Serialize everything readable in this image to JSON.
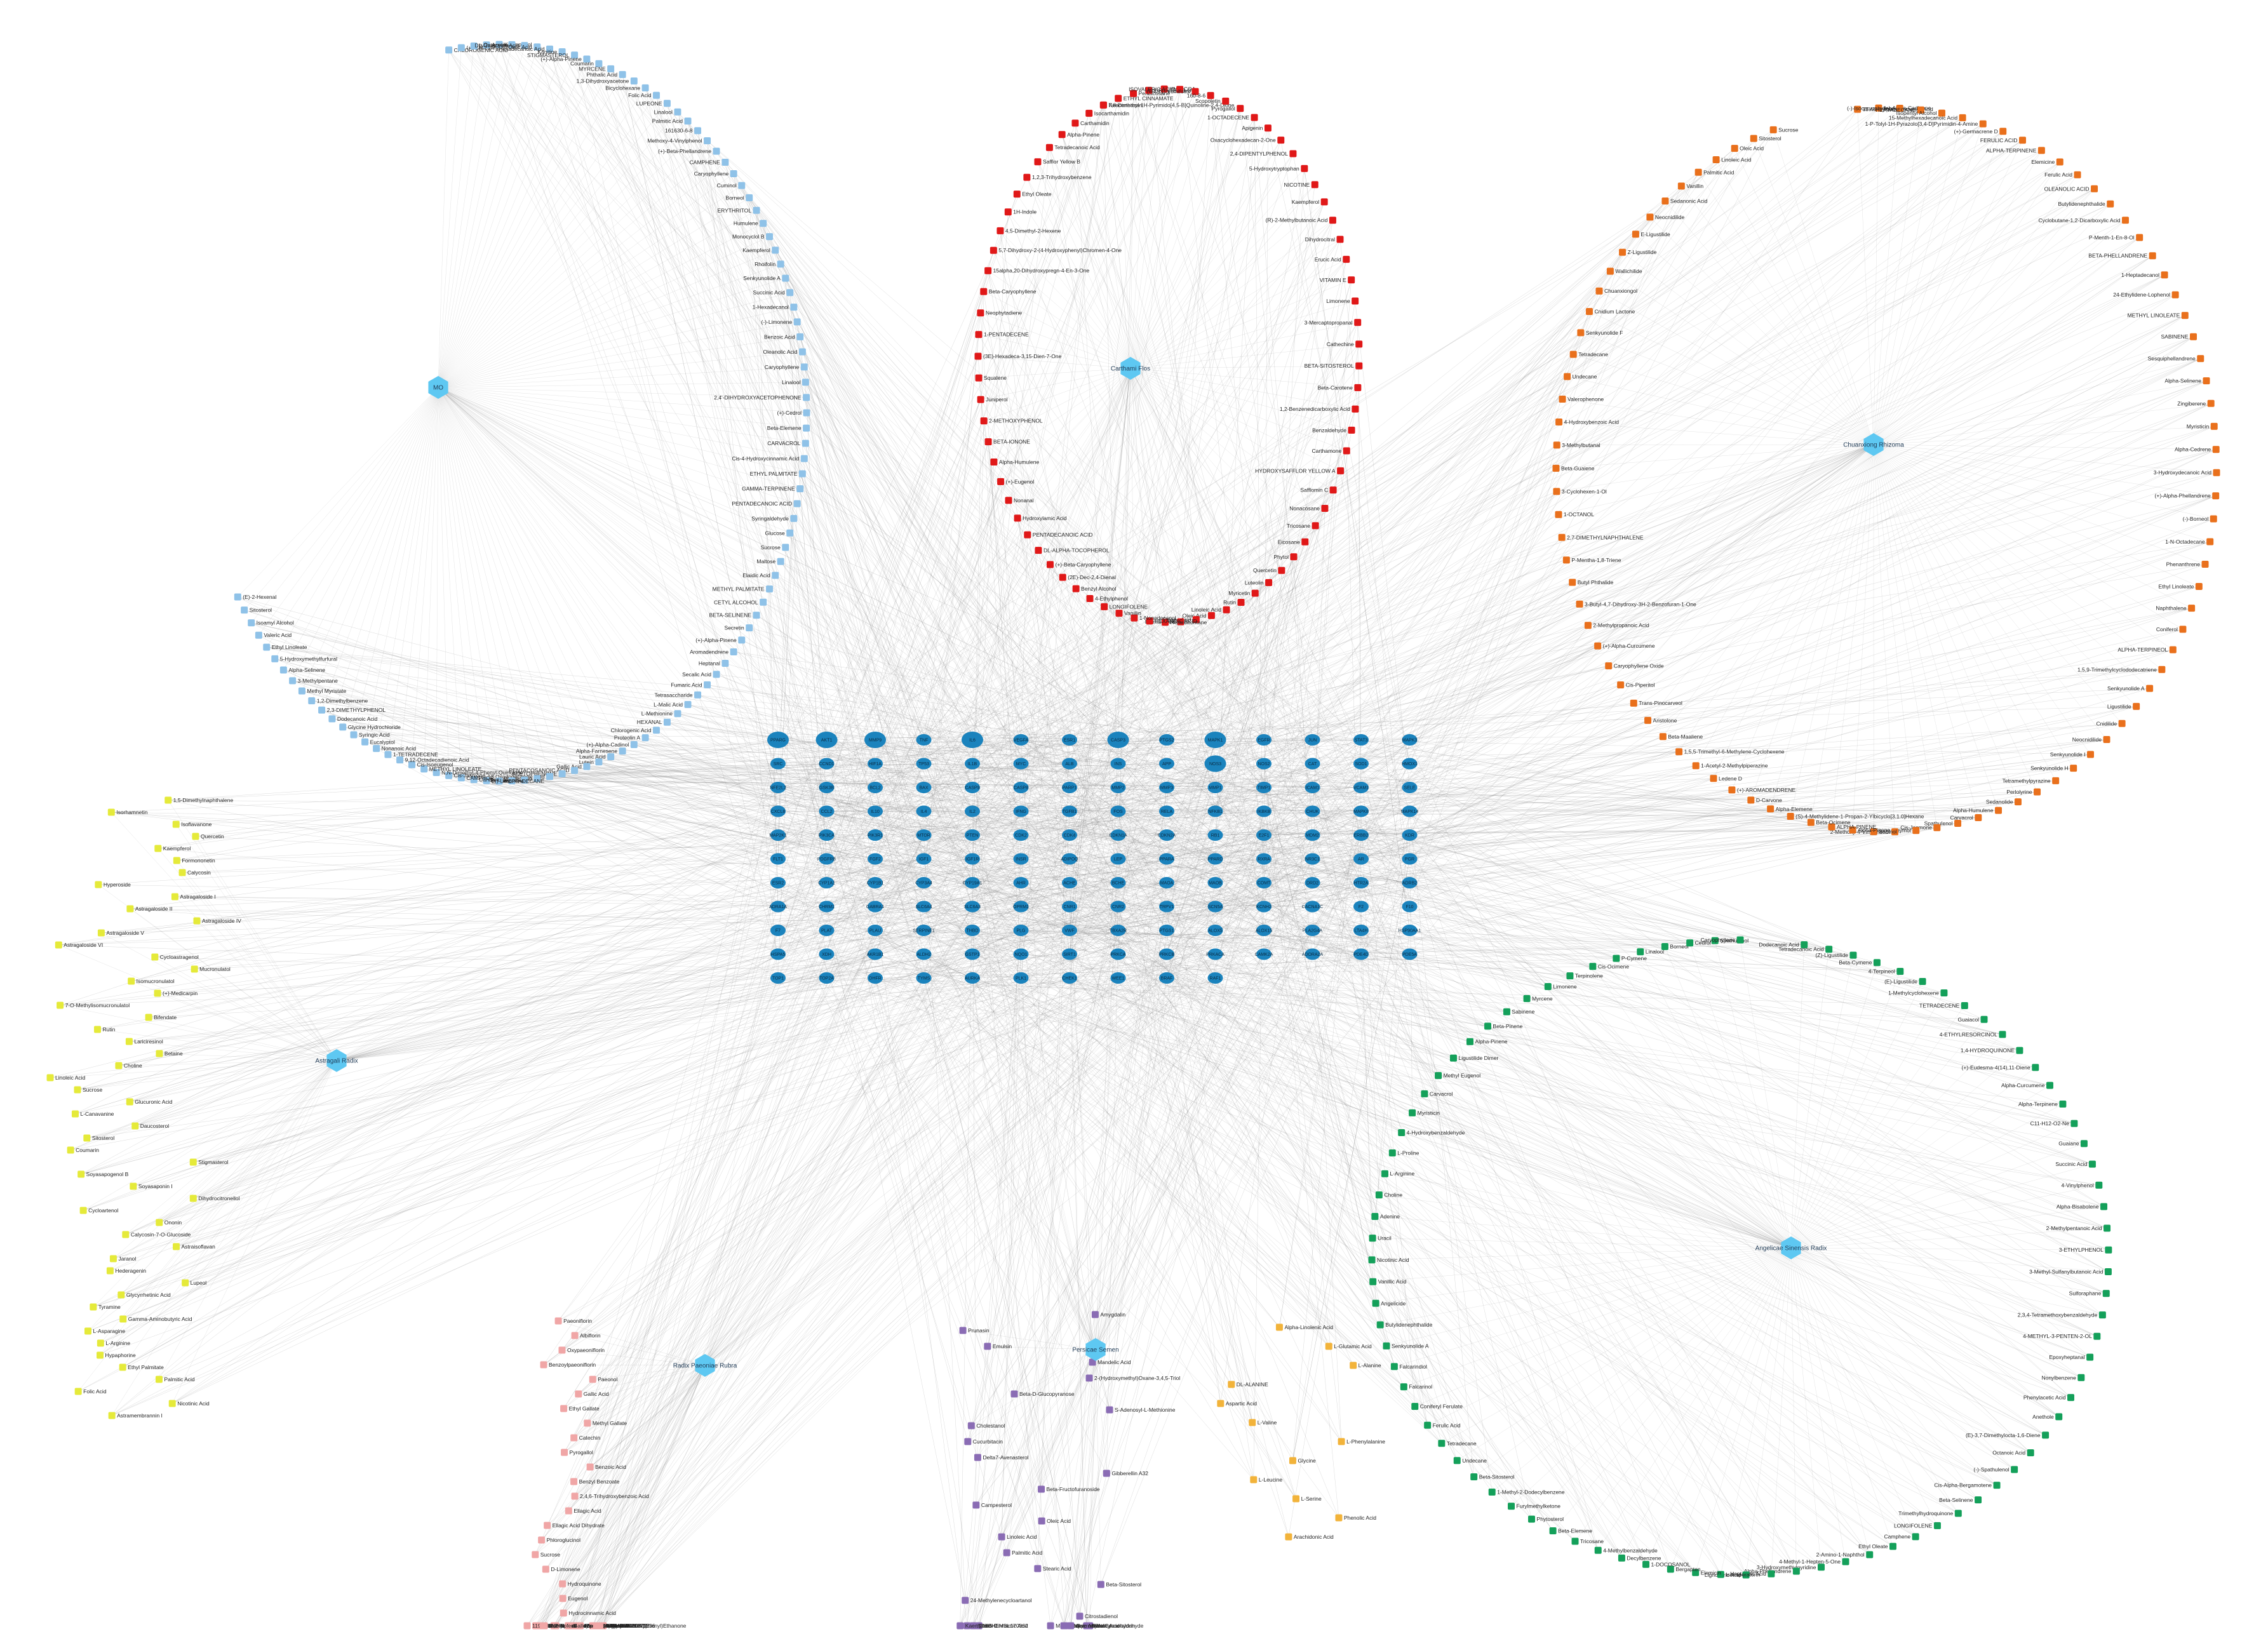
{
  "colors": {
    "hub": "#5ec8f2",
    "target": "#1b83bd",
    "edge": "#8a8a8a",
    "mo": "#8fc2e8",
    "carthami": "#e01818",
    "chuanxiong": "#e9701c",
    "angelica": "#14a05a",
    "astragali": "#e5ea3a",
    "paeoniae": "#f0a6a6",
    "persicae": "#8a6cb4",
    "other": "#f2b33a"
  },
  "hubs": [
    {
      "id": "MO",
      "label": "MO"
    },
    {
      "id": "CF",
      "label": "Carthami Flos"
    },
    {
      "id": "CR",
      "label": "Chuanxiong Rhizoma"
    },
    {
      "id": "AR",
      "label": "Astragali Radix"
    },
    {
      "id": "ASR",
      "label": "Angelicae Sinensis Radix"
    },
    {
      "id": "RPR",
      "label": "Radix Paeoniae Rubra"
    },
    {
      "id": "PS",
      "label": "Persicae Semen"
    }
  ],
  "herb_groups": [
    {
      "key": "mo",
      "hub": "MO",
      "color_key": "mo",
      "compounds": [
        "CHLOROGENIC ACID",
        "(+)-Ephedrine",
        "Beta-Sitosterol",
        "Apigenin",
        "Kaempferol",
        "Quercetin",
        "DL-Galactaric Acid",
        "Oleic Acid",
        "Hexadecanoic Acid",
        "Kanitine",
        "STIGMASTEROL",
        "(+)-Alpha-Pinene",
        "Coumarin",
        "MYRCENE",
        "Phthalic Acid",
        "1,3-Dihydroxyacetone",
        "Bicyclohexane",
        "Folic Acid",
        "LUPEONE",
        "Linalool",
        "Palmitic Acid",
        "161630-6-8",
        "Methoxy-4-Vinylphenol",
        "(+)-Beta-Phellandrene",
        "CAMPHENE",
        "Caryophyllene",
        "Cuminol",
        "Borneol",
        "ERYTHRITOL",
        "Humulene",
        "Monocyclol B",
        "Kaempferol",
        "Rhoifolin",
        "Senkyunolide A",
        "Succinic Acid",
        "1-Hexadecanol",
        "(-)-Limonene",
        "Benzoic Acid",
        "Oleanolic Acid",
        "Caryophyllene",
        "Linalool",
        "2,4'-DIHYDROXYACETOPHENONE",
        "(+)-Cedrol",
        "Beta-Elemene",
        "CARVACROL",
        "Cis-4-Hydroxycinnamic Acid",
        "ETHYL PALMITATE",
        "GAMMA-TERPINENE",
        "PENTADECANOIC ACID",
        "Syringaldehyde",
        "Glucose",
        "Sucrose",
        "Maltose",
        "Elaidic Acid",
        "METHYL PALMITATE",
        "CETYL ALCOHOL",
        "BETA-SELINENE",
        "Secretin",
        "(+)-Alpha-Pinene",
        "Aromadendrene",
        "Heptanal",
        "Secalic Acid",
        "Fumaric Acid",
        "Tetrasaccharide",
        "L-Malic Acid",
        "L-Methionine",
        "HEXANAL",
        "Chlorogenic Acid",
        "Proteolin A",
        "(+)-Alpha-Cadinol",
        "Alpha-Farnesene",
        "Lauric Acid",
        "Lutein",
        "Gallic Acid",
        "PENTACOSANOIC ACID",
        "ACETOPHENONE",
        "12-Oxododecanoic Acid",
        "Vanillic Acid",
        "Tetradecane",
        "L-Lysine",
        "HEPTADECANE",
        "(+)-Limonene",
        "Carvone",
        "CAMPHOR",
        "Cis-Jasmone",
        "N,N-Dimethyl-4-Phenyl-Quinolone",
        "METHYL LINOLEATE",
        "Cis-Isoeugenol",
        "9,12-Octadecadienoic Acid",
        "1-TETRADECENE",
        "Nonanoic Acid",
        "Eucalyptol",
        "Syringic Acid",
        "Glycine Hydrochloride",
        "Dodecanoic Acid",
        "2,3-DIMETHYLPHENOL",
        "1,2-Dimethylbenzene",
        "Methyl Myristate",
        "3-Methylpentane",
        "Alpha-Selinene",
        "5-Hydroxymethylfurfural",
        "Ethyl Linoleate",
        "Valeric Acid",
        "Isoamyl Alcohol",
        "Sitosterol",
        "(E)-2-Hexenal"
      ]
    },
    {
      "key": "carthami",
      "hub": "CF",
      "color_key": "carthami",
      "compounds": [
        "7,8-Dimethyl-1H-Pyrimido[4,5-B]Quinoline-2,4-Dione",
        "ETHYL CINNAMATE",
        "Pentacosane",
        "1-PENTEN-3-OL",
        "HMG-COA",
        "ISOVALERIC ACID",
        "(6R,9S)-Vomifoliol",
        "160-8-6",
        "Scopoletin",
        "Pyrogallol",
        "1-OCTADECENE",
        "Apigenin",
        "Oxacyclohexadecan-2-One",
        "2,4-DIPENTYLPHENOL",
        "5-Hydroxytryptophan",
        "NICOTINE",
        "Kaempferol",
        "(R)-2-Methylbutanoic Acid",
        "Dihydrocitral",
        "Erucic Acid",
        "VITAMIN E",
        "Limonene",
        "3-Mercaptopropanal",
        "Cathechine",
        "BETA-SITOSTEROL",
        "Beta-Carotene",
        "1,2-Benzenedicarboxylic Acid",
        "Benzaldehyde",
        "Carthamone",
        "HYDROXYSAFFLOR YELLOW A",
        "Safflomin C",
        "Nonacosane",
        "Tricosane",
        "Eicosane",
        "Phytol",
        "Quercetin",
        "Luteolin",
        "Myricetin",
        "Rutin",
        "Linoleic Acid",
        "Oleic Acid",
        "Stearic Acid",
        "Palmitic Acid",
        "Hentriacontane",
        "HEXANOIC ACID",
        "1-Nonadecanol",
        "Vanillin",
        "LONGIFOLENE",
        "4-Ethylphenol",
        "Benzyl Alcohol",
        "(2E)-Dec-2,4-Dienal",
        "(+)-Beta-Caryophyllene",
        "DL-ALPHA-TOCOPHEROL",
        "PENTADECANOIC ACID",
        "Hydroxylamic Acid",
        "Nonanal",
        "(+)-Eugenol",
        "Alpha-Humulene",
        "BETA-IONONE",
        "2-METHOXYPHENOL",
        "Juniperol",
        "Squalene",
        "(3E)-Hexadeca-3,15-Dien-7-One",
        "1-PENTADECENE",
        "Neophytadiene",
        "Beta-Caryophyllene",
        "15alpha,20-Dihydroxypregn-4-En-3-One",
        "5,7-Dihydroxy-2-(4-Hydroxyphenyl)Chromen-4-One",
        "4,5-Dimethyl-2-Hexene",
        "1H-Indole",
        "Ethyl Oleate",
        "1,2,3-Trihydroxybenzene",
        "Safflor Yellow B",
        "Tetradecanoic Acid",
        "Alpha-Pinene",
        "Carthamidin",
        "Isocarthamidin",
        "Neocarthamin"
      ]
    },
    {
      "key": "chuanxiong",
      "hub": "CR",
      "color_key": "chuanxiong",
      "compounds": [
        "13-Methylpentadecanoic Acid",
        "(+)-Alpha-Cadinene",
        "(-)-Isocaryophyllene",
        "HEPTADECANE",
        "Isopentyl Alcohol",
        "15-Methylhexadecanoic Acid",
        "1-P-Tolyl-1H-Pyrazolo[3,4-D]Pyrimidin-4-Amine",
        "(+)-Germacrene D",
        "FERULIC ACID",
        "ALPHA-TERPINENE",
        "Elemicine",
        "Ferulic Acid",
        "OLEANOLIC ACID",
        "Butylidenephthalide",
        "Cyclobutane-1,2-Dicarboxylic Acid",
        "P-Menth-1-En-8-Ol",
        "BETA-PHELLANDRENE",
        "1-Heptadecanol",
        "24-Ethylidene-Lophenol",
        "METHYL LINOLEATE",
        "SABINENE",
        "Sesquiphellandrene",
        "Alpha-Selinene",
        "Zingiberene",
        "Myristicin",
        "Alpha-Cedrene",
        "3-Hydroxydecanoic Acid",
        "(+)-Alpha-Phellandrene",
        "(-)-Borneol",
        "1-N-Octadecane",
        "Phenanthrene",
        "Ethyl Linoleate",
        "Naphthalene",
        "Coniferol",
        "ALPHA-TERPINEOL",
        "1,5,9-Trimethylcyclododecatriene",
        "Senkyunolide A",
        "Ligustilide",
        "Cnidilide",
        "Neocnidilide",
        "Senkyunolide I",
        "Senkyunolide H",
        "Tetramethylpyrazine",
        "Perlolyrine",
        "Sedanolide",
        "Alpha-Humulene",
        "Carvacrol",
        "Spathulenol",
        "Cis-Jasmone",
        "Thymol",
        "2-Methoxy-4-Vinylphenol",
        "Sabinol",
        "Alpha-Pinene",
        "ALPHA-PINENE",
        "Beta-Ocimene",
        "(S)-4-Methylidene-1-Propan-2-Ylbicyclo[3.1.0]Hexane",
        "Alpha-Elemene",
        "D-Carvone",
        "(+)-AROMADENDRENE",
        "Ledene D",
        "1-Acetyl-2-Methylpiperazine",
        "1,5,5-Trimethyl-6-Methylene-Cyclohexene",
        "Beta-Maaliene",
        "Aristolone",
        "Trans-Pinocarveol",
        "Cis-Piperitol",
        "Caryophyllene Oxide",
        "(+)-Alpha-Curcumene",
        "2-Methylpropanoic Acid",
        "3-Butyl-4,7-Dihydroxy-3H-2-Benzofuran-1-One",
        "Butyl Phthalide",
        "P-Mentha-1,8-Triene",
        "2,7-DIMETHYLNAPHTHALENE",
        "1-OCTANOL",
        "3-Cyclohexen-1-Ol",
        "Beta-Guaiene",
        "3-Methylbutanal",
        "4-Hydroxybenzoic Acid",
        "Valerophenone",
        "Undecane",
        "Tetradecane",
        "Senkyunolide F",
        "Cnidium Lactone",
        "Chuanxiongol",
        "Wallichilide",
        "Z-Ligustilide",
        "E-Ligustilide",
        "Neocnidilide",
        "Sedanonic Acid",
        "Vanillin",
        "Palmitic Acid",
        "Linoleic Acid",
        "Oleic Acid",
        "Sitosterol",
        "Sucrose"
      ]
    },
    {
      "key": "angelica",
      "hub": "ASR",
      "color_key": "angelica",
      "compounds": [
        "Dodecanoic Acid",
        "Tetradecanoic Acid",
        "(Z)-Ligustilide",
        "Beta-Cymene",
        "4-Terpineol",
        "(E)-Ligustilide",
        "1-Methylcyclohexene",
        "TETRADECENE",
        "Guaiacol",
        "4-ETHYLRESORCINOL",
        "1,4-HYDROQUINONE",
        "(+)-Eudesma-4(14),11-Diene",
        "Alpha-Curcumene",
        "Alpha-Terpinene",
        "C11-H12-O2-Ne",
        "Guaiane",
        "Succinic Acid",
        "4-Vinylphenol",
        "Alpha-Bisabolene",
        "2-Methylpentanoic Acid",
        "3-ETHYLPHENOL",
        "3-Methyl-Sulfanylbutanoic Acid",
        "Sulforaphane",
        "2,3,4-Tetramethoxybenzaldehyde",
        "4-METHYL-3-PENTEN-2-OL",
        "Epoxyheptanal",
        "Nonylbenzene",
        "Phenylacetic Acid",
        "Anethole",
        "(E)-3,7-Dimethylocta-1,6-Diene",
        "Octanoic Acid",
        "(-)-Spathulenol",
        "Cis-Alpha-Bergamotene",
        "Beta-Selinene",
        "Trimethylhydroquinone",
        "LONGIFOLENE",
        "Camphene",
        "Ethyl Oleate",
        "2-Amino-1-Naphthol",
        "4-Methyl-1-Hepten-5-One",
        "3-Hydroxymethylpyridine",
        "Alpha-Phellandrene",
        "Heptanoic Acid",
        "Lignoceric Acid",
        "Isoimperatorin",
        "Elemicin",
        "Bergapten",
        "1-DOCOSANOL",
        "Decylbenzene",
        "4-Methylbenzaldehyde",
        "Tricosane",
        "Beta-Elemene",
        "Phytosterol",
        "Furylmethylketone",
        "1-Methyl-2-Dodecylbenzene",
        "Beta-Sitosterol",
        "Undecane",
        "Tetradecane",
        "Ferulic Acid",
        "Coniferyl Ferulate",
        "Falcarinol",
        "Falcarindiol",
        "Senkyunolide A",
        "Butylidenephthalide",
        "Angelicide",
        "Vanillic Acid",
        "Nicotinic Acid",
        "Uracil",
        "Adenine",
        "Choline",
        "L-Arginine",
        "L-Proline",
        "4-Hydroxybenzaldehyde",
        "Myristicin",
        "Carvacrol",
        "Methyl Eugenol",
        "Ligustilide Dimer",
        "Alpha-Pinene",
        "Beta-Pinene",
        "Sabinene",
        "Myrcene",
        "Limonene",
        "Terpinolene",
        "Cis-Ocimene",
        "P-Cymene",
        "Linalool",
        "Borneol",
        "Cedrol",
        "Spathulenol",
        "Caryophyllene"
      ]
    },
    {
      "key": "astragali",
      "hub": "AR",
      "color_key": "astragali",
      "compounds": [
        "1,5-Dimethylnaphthalene",
        "Isorhamnetin",
        "Isoflavanone",
        "Quercetin",
        "Kaempferol",
        "Formononetin",
        "Calycosin",
        "Hyperoside",
        "Astragaloside I",
        "Astragaloside II",
        "Astragaloside IV",
        "Astragaloside V",
        "Astragaloside VI",
        "Cycloastragenol",
        "Mucronulatol",
        "Isomucronulatol",
        "(+)-Medicarpin",
        "7-O-Methylisomucronulatol",
        "Bifendate",
        "Rutin",
        "Lariciresinol",
        "Betaine",
        "Choline",
        "Linoleic Acid",
        "Sucrose",
        "Glucuronic Acid",
        "L-Canavanine",
        "Daucosterol",
        "Sitosterol",
        "Coumarin",
        "Stigmasterol",
        "Soyasapogenol B",
        "Soyasaponin I",
        "Dihydrocitronellol",
        "Cycloartenol",
        "Ononin",
        "Calycosin-7-O-Glucoside",
        "Astraisoflavan",
        "Jaranol",
        "Hederagenin",
        "Lupeol",
        "Glycyrrhetinic Acid",
        "Tyramine",
        "Gamma-Aminobutyric Acid",
        "L-Asparagine",
        "L-Arginine",
        "Hypaphorine",
        "Ethyl Palmitate",
        "Palmitic Acid",
        "Folic Acid",
        "Nicotinic Acid",
        "Astramembrannin I"
      ]
    },
    {
      "key": "paeoniae",
      "hub": "RPR",
      "color_key": "paeoniae",
      "compounds": [
        "Paeoniflorin",
        "Albiflorin",
        "Oxypaeoniflorin",
        "Benzoylpaeoniflorin",
        "Paeonol",
        "Gallic Acid",
        "Ethyl Gallate",
        "Methyl Gallate",
        "Catechin",
        "Pyrogallol",
        "Benzoic Acid",
        "Benzyl Benzoate",
        "2,4,6-Trihydroxybenzoic Acid",
        "Ellagic Acid",
        "Ellagic Acid Dihydrate",
        "Phloroglucinol",
        "Sucrose",
        "D-Limonene",
        "Hydroquinone",
        "Eugenol",
        "Hydrocinnamic Acid",
        "Beta-Amyrin",
        "Propyl Gallate",
        "Paeonilactone A",
        "Paeonilactone B",
        "Lactiflorin",
        "Palbinone",
        "Stigmasterol",
        "Daucosterol",
        "2,2,2-Trideuterio-1-(2-Hydroxy-4-Methoxyphenyl)Ethanone",
        "1196-32-0",
        "CHEMBL1080629",
        "BENZYL BENZOATE",
        "SCHEMBL1271236",
        "Pinocembrin",
        "Methyl Gallate",
        "Paeoniflorigenone",
        "Galloylpaeoniflorin",
        "Kaempferol",
        "Quercetin",
        "Apigenin"
      ]
    },
    {
      "key": "persicae",
      "hub": "PS",
      "color_key": "persicae",
      "compounds": [
        "Amygdalin",
        "Prunasin",
        "Emulsin",
        "Mandelic Acid",
        "2-(Hydroxymethyl)Oxane-3,4,5-Triol",
        "Beta-D-Glucopyranose",
        "S-Adenosyl-L-Methionine",
        "Cholestanol",
        "Cucurbitacin",
        "Delta7-Avenasterol",
        "Gibberellin A32",
        "Beta-Fructofuranoside",
        "Campesterol",
        "Oleic Acid",
        "Linoleic Acid",
        "Palmitic Acid",
        "Stearic Acid",
        "Beta-Sitosterol",
        "24-Methylenecycloartanol",
        "Citrostadienol",
        "SCHEMBL170362",
        "6152-05-9",
        "Methyl Amygdalinate",
        "Phenylacetaldehyde",
        "Benzaldehyde Cyanohydrin",
        "Trans-Cinnamic Acid",
        "Ferulic Acid",
        "Caffeic Acid",
        "Quercetin",
        "Kaempferol"
      ]
    },
    {
      "key": "other",
      "hub": "",
      "color_key": "other",
      "compounds": [
        "Alpha-Linolenic Acid",
        "L-Glutamic Acid",
        "L-Alanine",
        "DL-ALANINE",
        "Aspartic Acid",
        "L-Valine",
        "L-Phenylalanine",
        "Glycine",
        "L-Leucine",
        "L-Serine",
        "Phenolic Acid",
        "Arachidonic Acid"
      ]
    }
  ],
  "targets": [
    "PPARG",
    "AKT1",
    "MMP9",
    "TNF",
    "IL6",
    "VEGFA",
    "ESR1",
    "CASP3",
    "PTGS2",
    "MAPK1",
    "EGFR",
    "JUN",
    "STAT3",
    "MAPK3",
    "SRC",
    "CCND1",
    "HIF1A",
    "TP53",
    "IL1B",
    "MYC",
    "ALB",
    "INS",
    "APP",
    "NOS3",
    "NOS2",
    "CAT",
    "SOD1",
    "HMOX1",
    "NFE2L2",
    "GSK3B",
    "BCL2",
    "BAX",
    "CASP9",
    "CASP8",
    "PARP1",
    "MMP2",
    "MMP3",
    "MMP1",
    "TIMP1",
    "ICAM1",
    "VCAM1",
    "SELE",
    "CXCL8",
    "CCL2",
    "IL10",
    "IL4",
    "IL2",
    "IFNG",
    "TGFB1",
    "FOS",
    "RELA",
    "NFKB1",
    "IKBKB",
    "CHUK",
    "MAPK8",
    "MAPK14",
    "MAP2K1",
    "PIK3CA",
    "PIK3R1",
    "MTOR",
    "PTEN",
    "CDK2",
    "CDK4",
    "CDKN1A",
    "CDKN2A",
    "RB1",
    "E2F1",
    "MDM2",
    "ERBB2",
    "KDR",
    "FLT1",
    "PDGFRB",
    "FGF2",
    "IGF1",
    "IGF1R",
    "INSR",
    "ADIPOQ",
    "LEP",
    "PPARA",
    "PPARD",
    "RXRA",
    "NR3C1",
    "AR",
    "PGR",
    "ESR2",
    "CYP1A1",
    "CYP1B1",
    "CYP3A4",
    "CYP19A1",
    "AHR",
    "ACHE",
    "BCHE",
    "MAOA",
    "MAOB",
    "COMT",
    "DRD2",
    "HTR2A",
    "ADRB2",
    "ADRA1A",
    "CHRM1",
    "GABRA1",
    "SLC6A4",
    "SLC6A3",
    "OPRM1",
    "CNR1",
    "CNR2",
    "TRPV1",
    "SCN5A",
    "KCNH2",
    "CACNA1C",
    "F2",
    "F10",
    "F7",
    "PLAT",
    "PLAU",
    "SERPINE1",
    "THBD",
    "PLG",
    "VWF",
    "TBXA2R",
    "PTGS1",
    "ALOX5",
    "ALOX15",
    "PLA2G4A",
    "LTA4H",
    "HSP90AA1",
    "HSPA5",
    "XDH",
    "AKR1B1",
    "ALDH2",
    "GSTP1",
    "NQO1",
    "SIRT1",
    "PRKCA",
    "PRKCB",
    "PRKACA",
    "CAMK2A",
    "ADORA2A",
    "PDE4D",
    "PDE5A",
    "TOP1",
    "TOP2A",
    "DHFR",
    "TYMS",
    "AURKA",
    "PLK1",
    "CHEK1",
    "WEE1",
    "BRAF",
    "RAF1"
  ],
  "big_targets": [
    "PPARG",
    "AKT1",
    "IL6",
    "MAPK1",
    "NOS3",
    "MMP9",
    "CASP3"
  ]
}
